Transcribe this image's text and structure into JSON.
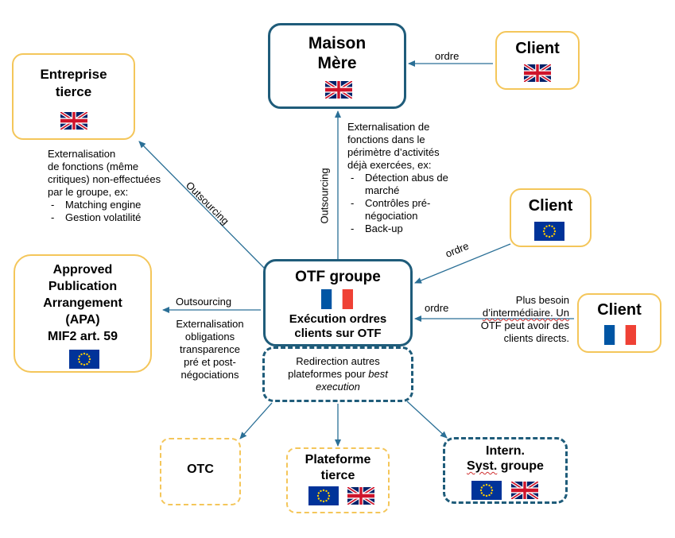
{
  "nodes": {
    "maison_mere": {
      "line1": "Maison",
      "line2": "Mère",
      "flag": "uk-flag"
    },
    "client_uk": {
      "title": "Client",
      "flag": "uk-flag"
    },
    "entreprise_tierce": {
      "line1": "Entreprise",
      "line2": "tierce",
      "flag": "uk-flag"
    },
    "client_eu": {
      "title": "Client",
      "flag": "eu-flag"
    },
    "apa": {
      "line1": "Approved",
      "line2": "Publication",
      "line3": "Arrangement",
      "line4": "(APA)",
      "line5": "MIF2 art. 59",
      "flag": "eu-flag"
    },
    "otf": {
      "title": "OTF groupe",
      "sub1": "Exécution ordres",
      "sub2": "clients sur OTF",
      "flag": "fr-flag"
    },
    "client_fr": {
      "title": "Client",
      "flag": "fr-flag"
    },
    "redirection": {
      "line1": "Redirection autres",
      "line2": "plateformes pour ",
      "line2_italic": "best",
      "line3_italic": "execution"
    },
    "otc": {
      "title": "OTC"
    },
    "plateforme": {
      "line1": "Plateforme",
      "line2": "tierce",
      "flags": [
        "eu-flag",
        "uk-flag"
      ]
    },
    "intern": {
      "line1": "Intern.",
      "line2a": "Syst.",
      "line2b": " groupe",
      "flags": [
        "eu-flag",
        "uk-flag"
      ]
    }
  },
  "labels": {
    "ordre_top": "ordre",
    "ordre_mid": "ordre",
    "ordre_fr": "ordre",
    "outsourcing_diag": "Outsourcing",
    "outsourcing_vert": "Outsourcing",
    "outsourcing_apa": "Outsourcing"
  },
  "texts": {
    "entreprise_note": {
      "lines": [
        "Externalisation",
        "de fonctions (même",
        "critiques) non-effectuées",
        "par le groupe, ex:"
      ],
      "items": [
        "Matching engine",
        "Gestion volatilité"
      ]
    },
    "maison_note": {
      "lines": [
        "Externalisation de",
        "fonctions dans le",
        "périmètre d’activités",
        "déjà exercées, ex:"
      ],
      "items": [
        "Détection abus de marché",
        "Contrôles pré-négociation",
        "Back-up"
      ]
    },
    "apa_note": [
      "Externalisation",
      "obligations",
      "transparence",
      "pré et post-",
      "négociations"
    ],
    "client_fr_note": [
      "Plus besoin",
      "d’intermédiaire. Un",
      "OTF peut avoir des",
      "clients directs."
    ]
  },
  "colors": {
    "navy": "#1f5c7a",
    "yellow": "#f4c65a",
    "arrow": "#2a6f96",
    "eu_blue": "#003399",
    "eu_star": "#ffcc00",
    "uk_red": "#cf142b",
    "fr_blue": "#0055a4",
    "fr_red": "#ef4135"
  }
}
